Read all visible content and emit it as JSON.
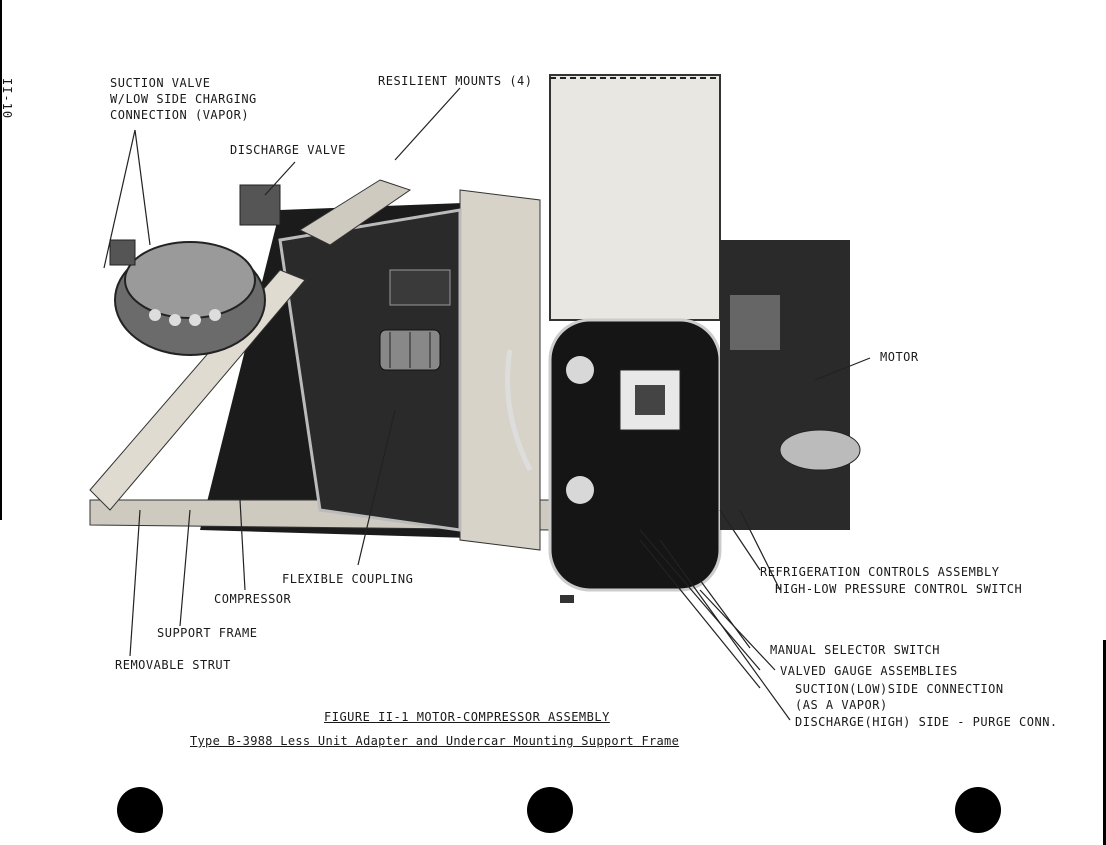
{
  "page": {
    "number": "II-10"
  },
  "labels": {
    "suction_valve": [
      "SUCTION VALVE",
      "W/LOW SIDE CHARGING",
      "CONNECTION (VAPOR)"
    ],
    "discharge_valve": "DISCHARGE VALVE",
    "resilient_mounts": "RESILIENT MOUNTS (4)",
    "motor": "MOTOR",
    "flexible_coupling": "FLEXIBLE COUPLING",
    "compressor": "COMPRESSOR",
    "support_frame": "SUPPORT FRAME",
    "removable_strut": "REMOVABLE  STRUT",
    "refrigeration_controls": "REFRIGERATION CONTROLS ASSEMBLY",
    "high_low_pressure": "HIGH-LOW PRESSURE CONTROL SWITCH",
    "manual_selector": "MANUAL SELECTOR SWITCH",
    "valved_gauge": "VALVED GAUGE ASSEMBLIES",
    "suction_low_side": "SUCTION(LOW)SIDE CONNECTION",
    "as_a_vapor": "(AS A VAPOR)",
    "discharge_high_side": "DISCHARGE(HIGH) SIDE - PURGE CONN."
  },
  "caption": {
    "figure": "FIGURE II-1  MOTOR-COMPRESSOR ASSEMBLY",
    "subtitle": "Type B-3988 Less Unit Adapter and Undercar Mounting Support Frame"
  },
  "icons": {
    "binder_hole": "punch-hole-icon"
  }
}
